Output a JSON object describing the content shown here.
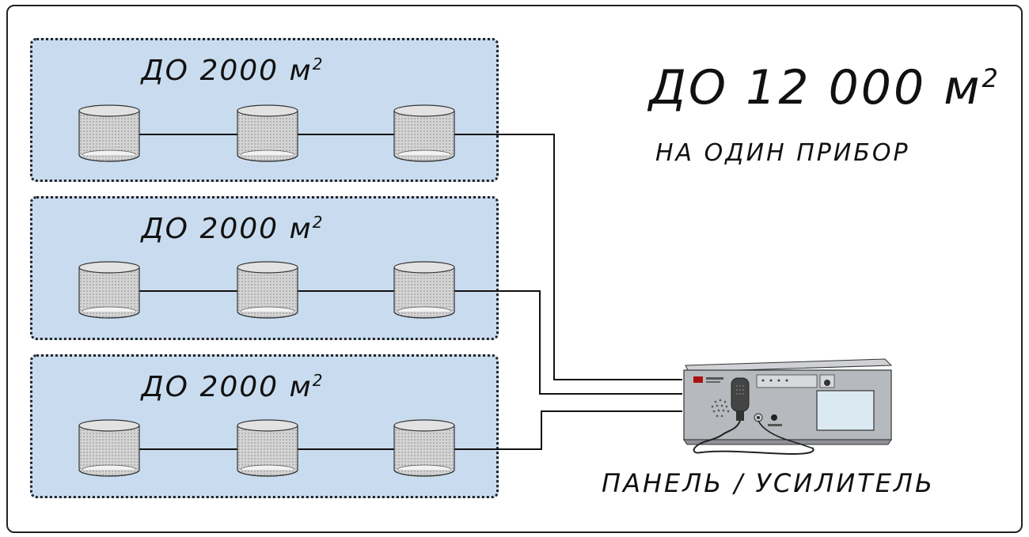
{
  "zones": [
    {
      "label": "ДО 2000",
      "unit": "м",
      "exp": "2"
    },
    {
      "label": "ДО 2000",
      "unit": "м",
      "exp": "2"
    },
    {
      "label": "ДО 2000",
      "unit": "м",
      "exp": "2"
    }
  ],
  "summary": {
    "area": "ДО 12 000",
    "unit": "м",
    "exp": "2",
    "per_device": "НА ОДИН ПРИБОР"
  },
  "device": {
    "caption": "ПАНЕЛЬ / УСИЛИТЕЛЬ"
  },
  "colors": {
    "zone_fill": "#c9dcef",
    "line": "#111111"
  },
  "icons": [
    "speaker-icon",
    "control-panel-amplifier-icon",
    "microphone-icon"
  ]
}
